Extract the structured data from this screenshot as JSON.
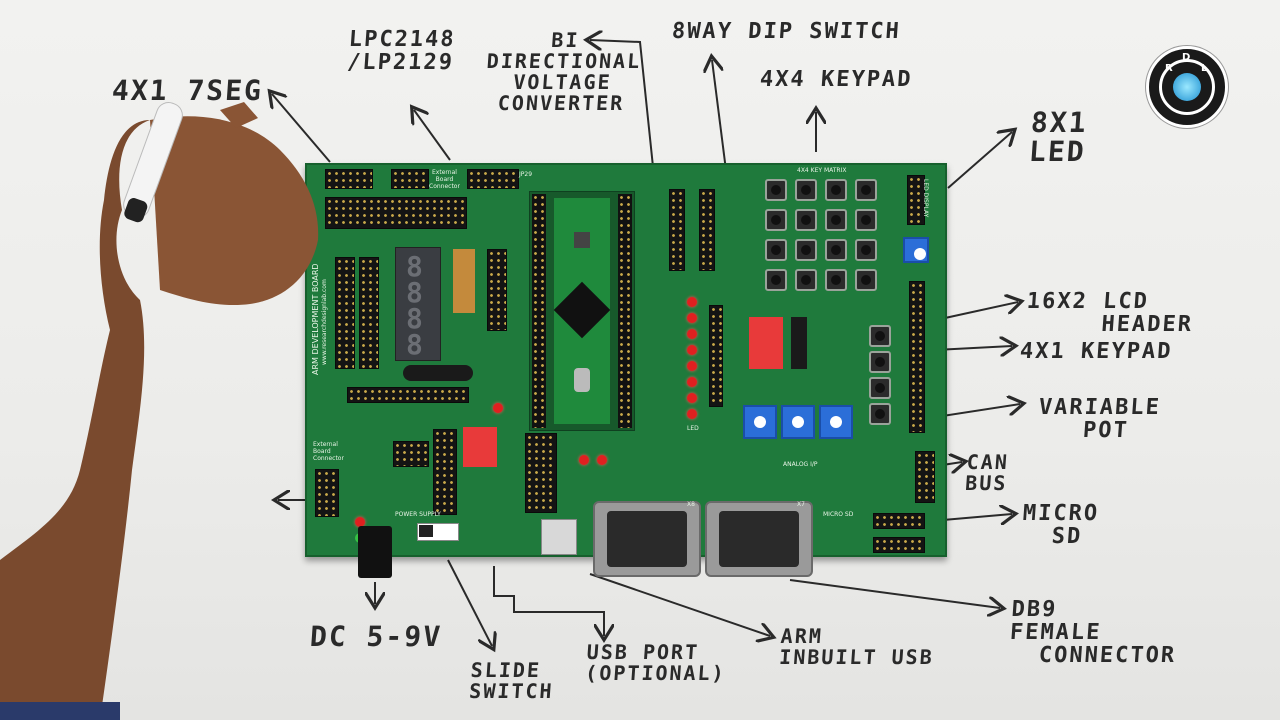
{
  "labels": {
    "seg7": "4X1 7SEG",
    "mcu": "LPC2148\n/LP2129",
    "bidir": "BI\nDIRECTIONAL\nVOLTAGE\nCONVERTER",
    "dip": "8WAY DIP SWITCH",
    "keypad4x4": "4X4 KEYPAD",
    "led8x1": "8X1\nLED",
    "lcd": "16X2 LCD\n     HEADER",
    "keypad4x1": "4X1 KEYPAD",
    "pot": "VARIABLE\n   POT",
    "can": "CAN\nBUS",
    "microsd": "MICRO\n  SD",
    "db9": "DB9\nFEMALE\n  CONNECTOR",
    "dc": "DC 5-9V",
    "slide": "SLIDE\nSWITCH",
    "usb": "USB PORT\n(OPTIONAL)",
    "arm_usb": "ARM\nINBUILT USB"
  },
  "logo": {
    "letters": [
      "R",
      "D",
      "L"
    ]
  },
  "board": {
    "silk_title": "ARM DEVELOPMENT BOARD",
    "silk_site": "www.researchdesignlab.com",
    "ext_connector_top": "External\nBoard\nConnector",
    "ext_connector_left": "External\nBoard\nConnector",
    "keymatrix": "4X4 KEY MATRIX",
    "led_display": "LED DISPLAY",
    "power_supply": "POWER SUPPLY",
    "micro_sd": "MICRO SD",
    "analog": "ANALOG I/P",
    "x8": "X8",
    "x7": "X7",
    "led_lbl": "LED",
    "jp29": "JP29"
  },
  "colors": {
    "board": "#1f7a3c",
    "ink": "#2a2a2a",
    "led": "#e02020",
    "pot": "#2b6ed8",
    "dip": "#e83a3a"
  }
}
